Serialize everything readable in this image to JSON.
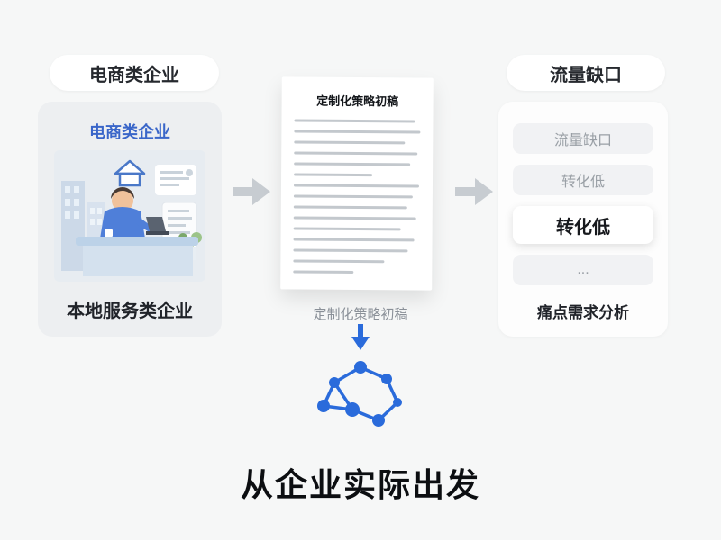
{
  "left": {
    "badge": "电商类企业",
    "card_title": "电商类企业",
    "card_caption": "本地服务类企业"
  },
  "center": {
    "doc_title": "定制化策略初稿",
    "doc_caption": "定制化策略初稿"
  },
  "right": {
    "badge": "流量缺口",
    "items": [
      {
        "label": "流量缺口",
        "emphasis": "muted"
      },
      {
        "label": "转化低",
        "emphasis": "muted"
      },
      {
        "label": "转化低",
        "emphasis": "bold"
      },
      {
        "label": "...",
        "emphasis": "muted"
      }
    ],
    "caption": "痛点需求分析"
  },
  "footer": {
    "headline": "从企业实际出发"
  },
  "icons": {
    "arrow_right": "arrow-right-icon",
    "arrow_down": "arrow-down-icon",
    "network": "network-graph-icon",
    "illustration": "office-worker-illustration"
  },
  "colors": {
    "accent_blue": "#2a6bdb",
    "title_blue": "#3a66c9",
    "text_dark": "#202329",
    "text_muted": "#9aa0a6",
    "arrow_gray": "#c7ccd1",
    "card_gray": "#edeff1",
    "background": "#f6f7f7"
  }
}
